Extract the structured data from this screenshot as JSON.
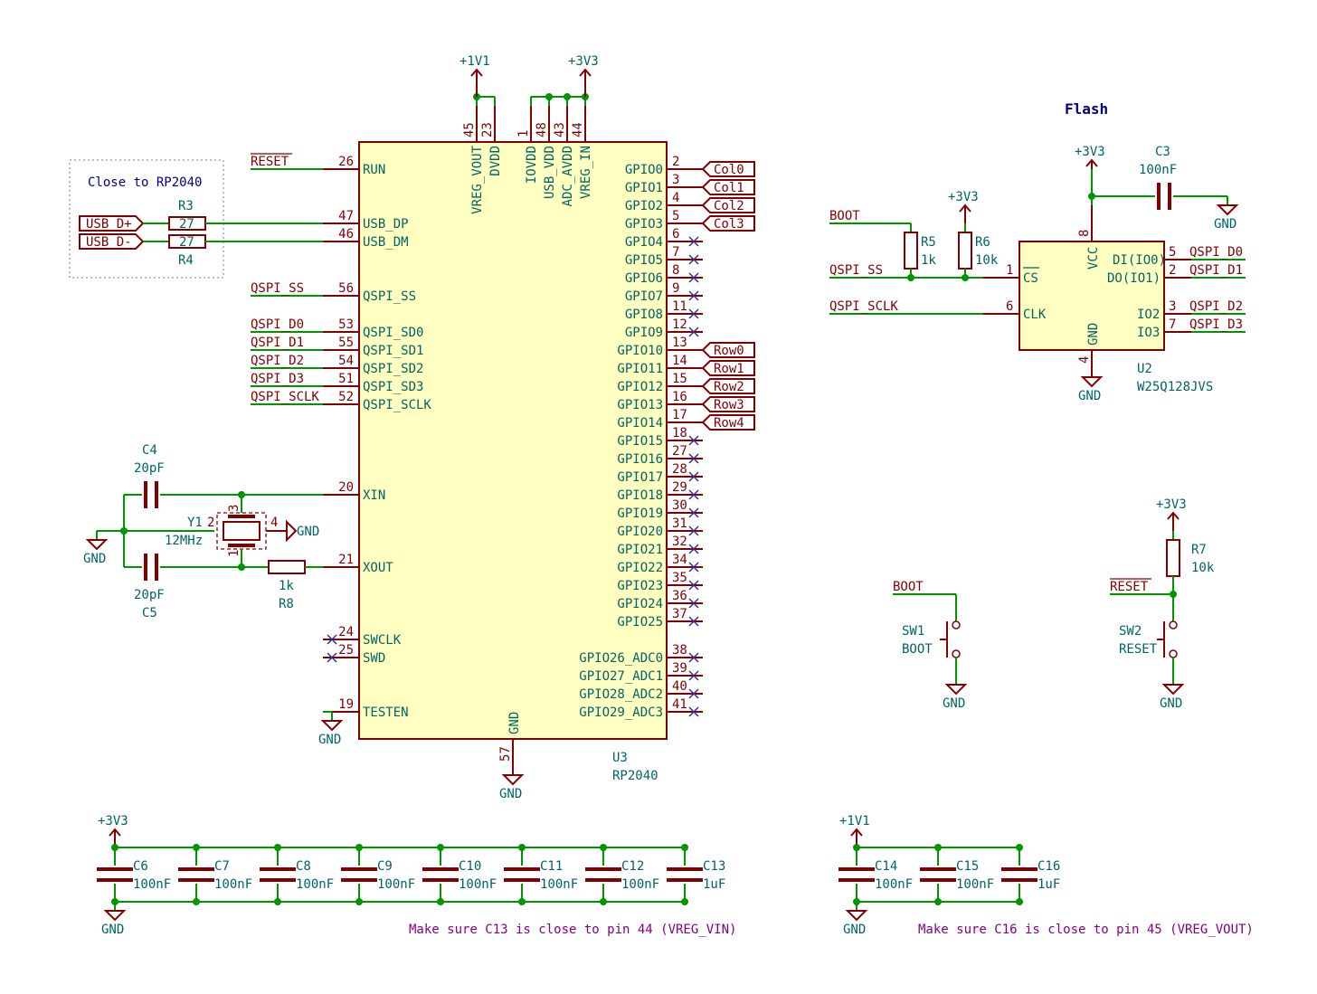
{
  "u3": {
    "ref": "U3",
    "value": "RP2040",
    "left_pins": [
      {
        "num": "26",
        "name": "RUN"
      },
      {
        "num": "47",
        "name": "USB_DP"
      },
      {
        "num": "46",
        "name": "USB_DM"
      },
      {
        "num": "56",
        "name": "QSPI_SS"
      },
      {
        "num": "53",
        "name": "QSPI_SD0"
      },
      {
        "num": "55",
        "name": "QSPI_SD1"
      },
      {
        "num": "54",
        "name": "QSPI_SD2"
      },
      {
        "num": "51",
        "name": "QSPI_SD3"
      },
      {
        "num": "52",
        "name": "QSPI_SCLK"
      },
      {
        "num": "20",
        "name": "XIN"
      },
      {
        "num": "21",
        "name": "XOUT"
      },
      {
        "num": "24",
        "name": "SWCLK"
      },
      {
        "num": "25",
        "name": "SWD"
      },
      {
        "num": "19",
        "name": "TESTEN"
      }
    ],
    "top_pins": [
      {
        "num": "45",
        "name": "VREG_VOUT"
      },
      {
        "num": "23",
        "name": "DVDD"
      },
      {
        "num": "1",
        "name": "IOVDD"
      },
      {
        "num": "48",
        "name": "USB_VDD"
      },
      {
        "num": "43",
        "name": "ADC_AVDD"
      },
      {
        "num": "44",
        "name": "VREG_IN"
      }
    ],
    "bottom_pin": {
      "num": "57",
      "name": "GND"
    },
    "right_pins": [
      {
        "num": "2",
        "name": "GPIO0",
        "label": "Col0"
      },
      {
        "num": "3",
        "name": "GPIO1",
        "label": "Col1"
      },
      {
        "num": "4",
        "name": "GPIO2",
        "label": "Col2"
      },
      {
        "num": "5",
        "name": "GPIO3",
        "label": "Col3"
      },
      {
        "num": "6",
        "name": "GPIO4",
        "label": ""
      },
      {
        "num": "7",
        "name": "GPIO5",
        "label": ""
      },
      {
        "num": "8",
        "name": "GPIO6",
        "label": ""
      },
      {
        "num": "9",
        "name": "GPIO7",
        "label": ""
      },
      {
        "num": "11",
        "name": "GPIO8",
        "label": ""
      },
      {
        "num": "12",
        "name": "GPIO9",
        "label": ""
      },
      {
        "num": "13",
        "name": "GPIO10",
        "label": "Row0"
      },
      {
        "num": "14",
        "name": "GPIO11",
        "label": "Row1"
      },
      {
        "num": "15",
        "name": "GPIO12",
        "label": "Row2"
      },
      {
        "num": "16",
        "name": "GPIO13",
        "label": "Row3"
      },
      {
        "num": "17",
        "name": "GPIO14",
        "label": "Row4"
      },
      {
        "num": "18",
        "name": "GPIO15",
        "label": ""
      },
      {
        "num": "27",
        "name": "GPIO16",
        "label": ""
      },
      {
        "num": "28",
        "name": "GPIO17",
        "label": ""
      },
      {
        "num": "29",
        "name": "GPIO18",
        "label": ""
      },
      {
        "num": "30",
        "name": "GPIO19",
        "label": ""
      },
      {
        "num": "31",
        "name": "GPIO20",
        "label": ""
      },
      {
        "num": "32",
        "name": "GPIO21",
        "label": ""
      },
      {
        "num": "34",
        "name": "GPIO22",
        "label": ""
      },
      {
        "num": "35",
        "name": "GPIO23",
        "label": ""
      },
      {
        "num": "36",
        "name": "GPIO24",
        "label": ""
      },
      {
        "num": "37",
        "name": "GPIO25",
        "label": ""
      },
      {
        "num": "38",
        "name": "GPIO26_ADC0",
        "label": ""
      },
      {
        "num": "39",
        "name": "GPIO27_ADC1",
        "label": ""
      },
      {
        "num": "40",
        "name": "GPIO28_ADC2",
        "label": ""
      },
      {
        "num": "41",
        "name": "GPIO29_ADC3",
        "label": ""
      }
    ]
  },
  "nets": {
    "reset": "RESET",
    "boot": "BOOT",
    "qspi_ss": "QSPI_SS",
    "qspi_d0": "QSPI_D0",
    "qspi_d1": "QSPI_D1",
    "qspi_d2": "QSPI_D2",
    "qspi_d3": "QSPI_D3",
    "qspi_sclk": "QSPI_SCLK",
    "usb_dp": "USB_D+",
    "usb_dm": "USB_D-",
    "p1v1": "+1V1",
    "p3v3": "+3V3",
    "gnd": "GND"
  },
  "usb_note": "Close to RP2040",
  "r3": {
    "ref": "R3",
    "value": "27"
  },
  "r4": {
    "ref": "R4",
    "value": "27"
  },
  "r5": {
    "ref": "R5",
    "value": "1k"
  },
  "r6": {
    "ref": "R6",
    "value": "10k"
  },
  "r7": {
    "ref": "R7",
    "value": "10k"
  },
  "r8": {
    "ref": "R8",
    "value": "1k"
  },
  "c3": {
    "ref": "C3",
    "value": "100nF"
  },
  "c4": {
    "ref": "C4",
    "value": "20pF"
  },
  "c5": {
    "ref": "C5",
    "value": "20pF"
  },
  "y1": {
    "ref": "Y1",
    "value": "12MHz",
    "pins": [
      "1",
      "2",
      "3",
      "4"
    ]
  },
  "flash_title": "Flash",
  "u2": {
    "ref": "U2",
    "value": "W25Q128JVS",
    "pins": [
      {
        "num": "1",
        "name": "CS"
      },
      {
        "num": "6",
        "name": "CLK"
      },
      {
        "num": "8",
        "name": "VCC"
      },
      {
        "num": "4",
        "name": "GND"
      },
      {
        "num": "5",
        "name": "DI(IO0)"
      },
      {
        "num": "2",
        "name": "DO(IO1)"
      },
      {
        "num": "3",
        "name": "IO2"
      },
      {
        "num": "7",
        "name": "IO3"
      }
    ]
  },
  "sw1": {
    "ref": "SW1",
    "value": "BOOT"
  },
  "sw2": {
    "ref": "SW2",
    "value": "RESET"
  },
  "decoupling_3v3": [
    {
      "ref": "C6",
      "value": "100nF"
    },
    {
      "ref": "C7",
      "value": "100nF"
    },
    {
      "ref": "C8",
      "value": "100nF"
    },
    {
      "ref": "C9",
      "value": "100nF"
    },
    {
      "ref": "C10",
      "value": "100nF"
    },
    {
      "ref": "C11",
      "value": "100nF"
    },
    {
      "ref": "C12",
      "value": "100nF"
    },
    {
      "ref": "C13",
      "value": "1uF"
    }
  ],
  "decoupling_1v1": [
    {
      "ref": "C14",
      "value": "100nF"
    },
    {
      "ref": "C15",
      "value": "100nF"
    },
    {
      "ref": "C16",
      "value": "1uF"
    }
  ],
  "note_c13": "Make sure C13 is close to pin 44 (VREG_VIN)",
  "note_c16": "Make sure C16 is close to pin 45 (VREG_VOUT)"
}
